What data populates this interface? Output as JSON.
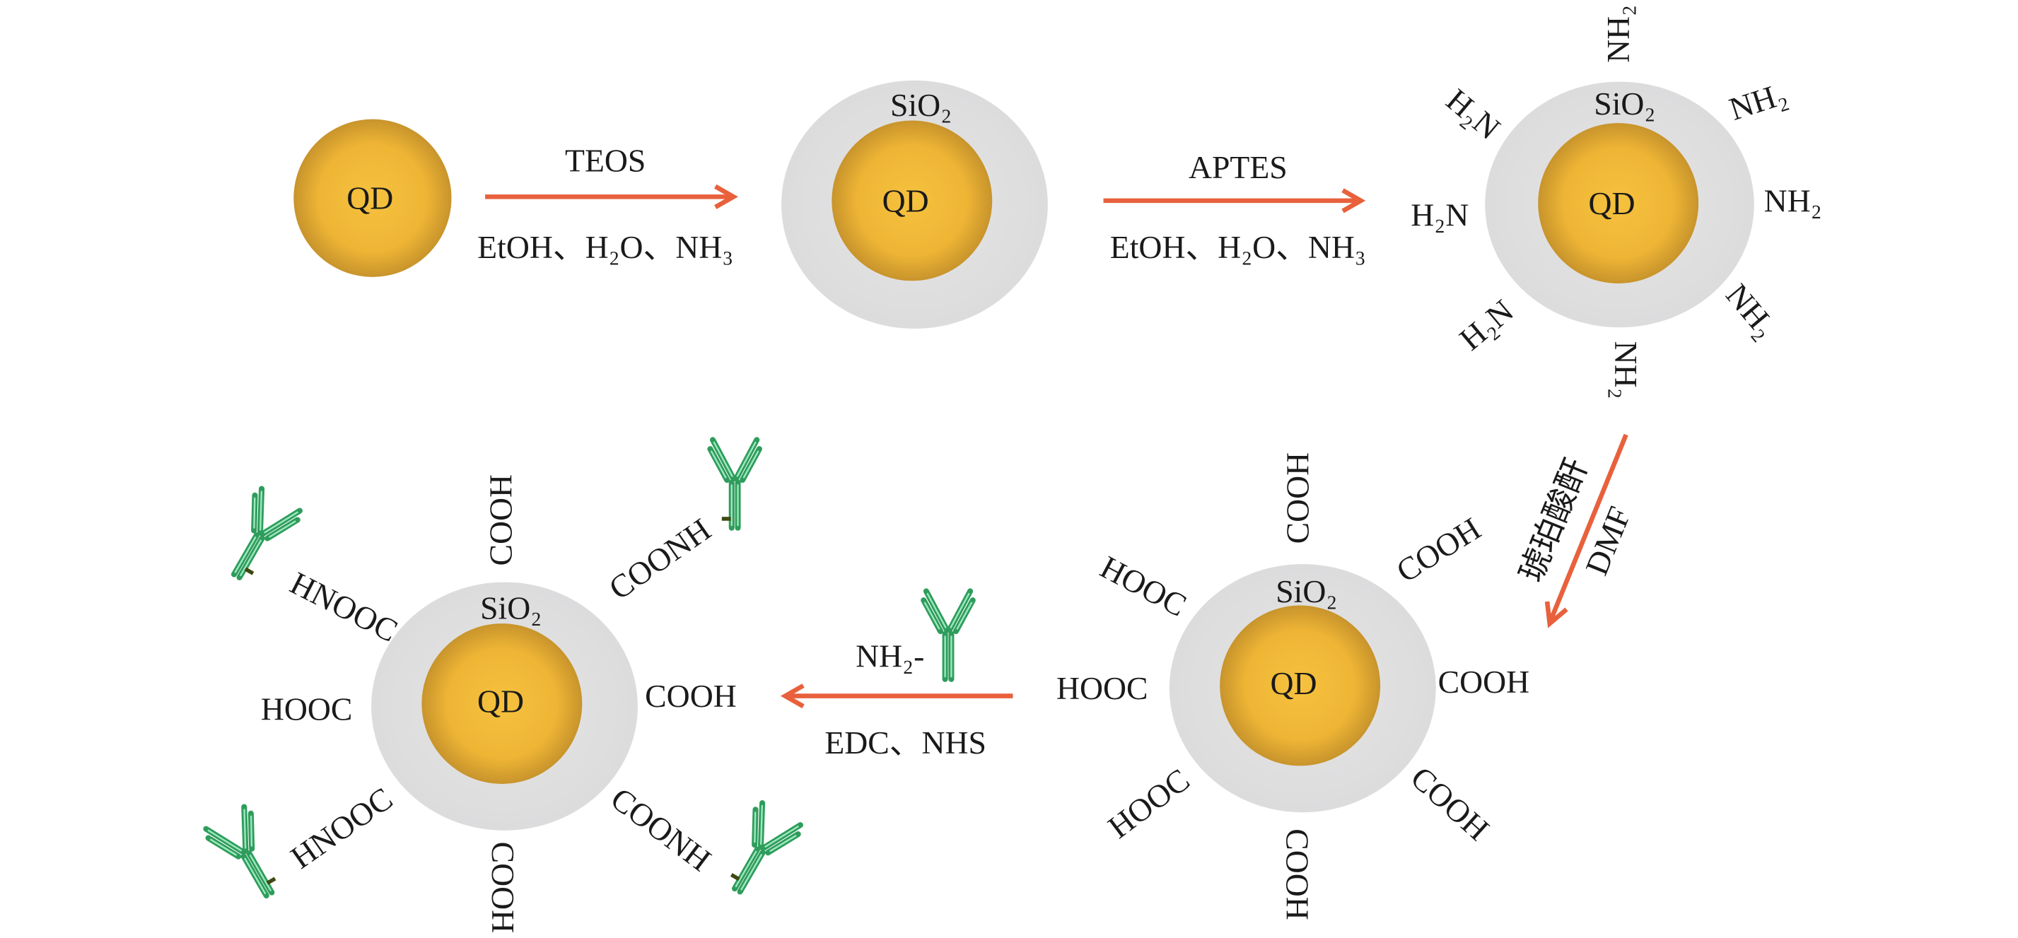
{
  "steps": [
    {
      "reagent": "TEOS",
      "conditions": "EtOH、H₂O、NH₃"
    },
    {
      "reagent": "APTES",
      "conditions": "EtOH、H₂O、NH₃"
    },
    {
      "reagent": "琥珀酸酐",
      "conditions": "DMF"
    },
    {
      "reagent": "NH₂-",
      "conditions": "EDC、NHS"
    }
  ],
  "particles": {
    "qd": {
      "core": "QD"
    },
    "qd_sio2": {
      "core": "QD",
      "shell": "SiO₂"
    },
    "qd_sio2_nh2": {
      "core": "QD",
      "shell": "SiO₂",
      "groups": [
        "NH₂",
        "NH₂",
        "NH₂",
        "NH₂",
        "NH₂",
        "H₂N",
        "H₂N",
        "H₂N"
      ]
    },
    "qd_sio2_cooh": {
      "core": "QD",
      "shell": "SiO₂",
      "groups": [
        "COOH",
        "COOH",
        "COOH",
        "COOH",
        "COOH",
        "HOOC",
        "HOOC",
        "HOOC"
      ]
    },
    "qd_sio2_antibody": {
      "core": "QD",
      "shell": "SiO₂",
      "groups": [
        "COOH",
        "COONH",
        "COOH",
        "COONH",
        "COOH",
        "HNOOC",
        "HOOC",
        "HNOOC"
      ]
    }
  },
  "icons": {
    "antibody": "antibody-icon",
    "arrow": "arrow-icon"
  },
  "colors": {
    "arrow": "#e8613c",
    "qd_core": "#eeb535",
    "qd_core_edge": "#c8942c",
    "silica_shell": "#dcdcdd",
    "antibody": "#2e9d5c",
    "text": "#1a1a1a"
  }
}
